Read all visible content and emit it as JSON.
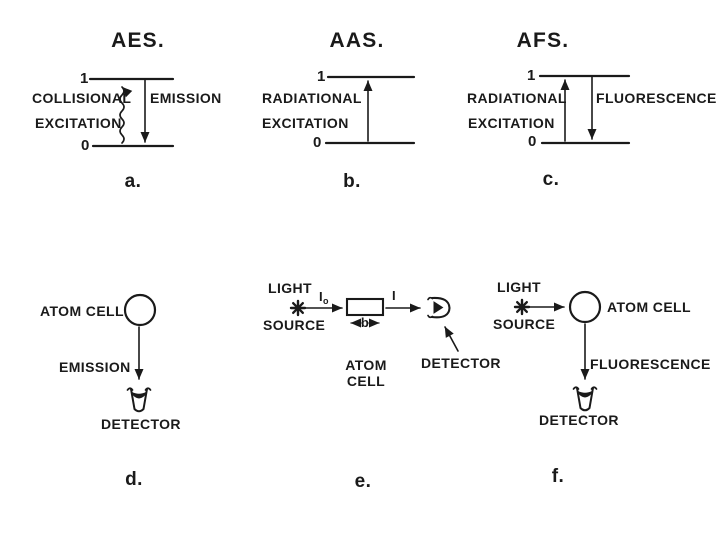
{
  "figure": {
    "background": "#ffffff",
    "ink": "#1a1a1a"
  },
  "energy_diagrams": [
    {
      "id": "aes",
      "title": "AES.",
      "caption": "a.",
      "upper_level": "1",
      "lower_level": "0",
      "left_process": [
        "COLLISIONAL",
        "EXCITATION"
      ],
      "right_process": "EMISSION"
    },
    {
      "id": "aas",
      "title": "AAS.",
      "caption": "b.",
      "upper_level": "1",
      "lower_level": "0",
      "left_process": [
        "RADIATIONAL",
        "EXCITATION"
      ]
    },
    {
      "id": "afs",
      "title": "AFS.",
      "caption": "c.",
      "upper_level": "1",
      "lower_level": "0",
      "left_process": [
        "RADIATIONAL",
        "EXCITATION"
      ],
      "right_process": "FLUORESCENCE"
    }
  ],
  "instrument_diagrams": [
    {
      "id": "emission_setup",
      "caption": "d.",
      "atom_cell": "ATOM CELL",
      "beam": "EMISSION",
      "detector": "DETECTOR"
    },
    {
      "id": "absorption_setup",
      "caption": "e.",
      "source": [
        "LIGHT",
        "SOURCE"
      ],
      "incident_beam": "I",
      "incident_beam_sub": "o",
      "transmitted_beam": "I",
      "path_length": "b",
      "atom_cell": [
        "ATOM",
        "CELL"
      ],
      "detector": "DETECTOR"
    },
    {
      "id": "fluorescence_setup",
      "caption": "f.",
      "source": [
        "LIGHT",
        "SOURCE"
      ],
      "atom_cell": "ATOM CELL",
      "beam": "FLUORESCENCE",
      "detector": "DETECTOR"
    }
  ]
}
